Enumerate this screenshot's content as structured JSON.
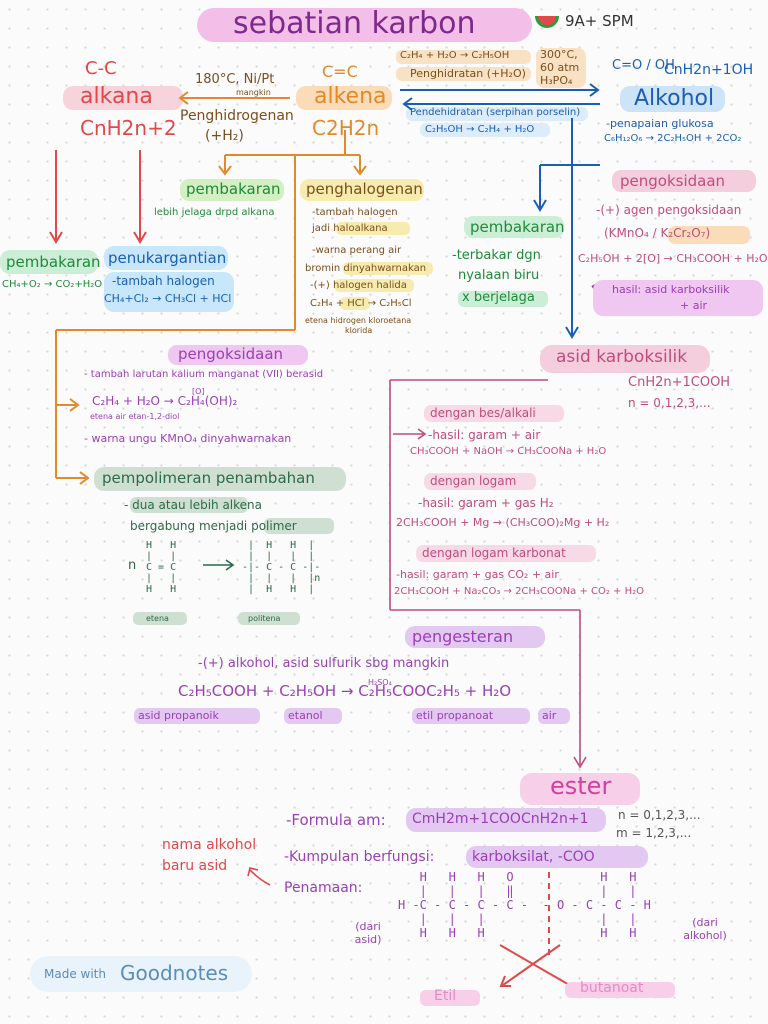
{
  "title": "sebatian karbon",
  "grade": "9A+ SPM",
  "alkana": {
    "bond": "C-C",
    "name": "alkana",
    "formula": "CnH2n+2"
  },
  "alkena": {
    "bond": "C=C",
    "name": "alkena",
    "formula": "C2H2n"
  },
  "hydrogenation": {
    "cond": "180°C, Ni/Pt",
    "cat": "mangkin",
    "label": "Penghidrogenan",
    "plus": "(+H₂)"
  },
  "hydration": {
    "eq": "C₂H₄ + H₂O → C₂H₅OH",
    "label": "Penghidratan (+H₂O)",
    "cond1": "300°C,",
    "cond2": "60 atm",
    "cond3": "H₃PO₄"
  },
  "dehydration": {
    "label": "Pendehidratan (serpihan porselin)",
    "eq": "C₂H₅OH → C₂H₄ + H₂O"
  },
  "alkohol": {
    "group": "C=O / OH",
    "formula": "CnH2n+1OH",
    "name": "Alkohol",
    "ferment": "-penapaian glukosa",
    "ferment_eq": "C₆H₁₂O₆ → 2C₂H₅OH + 2CO₂"
  },
  "alkena_branches": {
    "pembakaran": "pembakaran",
    "pembakaran_note": "lebih jelaga drpd alkana",
    "penghalogenan": "penghalogenan",
    "hal_lines": [
      "-tambah halogen",
      "jadi haloalkana",
      "-warna perang air",
      "bromin dinyahwarnakan",
      "-(+) halogen halida",
      "C₂H₄ + HCl → C₂H₅Cl"
    ],
    "hal_under": "etena   hidrogen   kloroetana",
    "hal_under2": "klorida"
  },
  "alkana_branches": {
    "pembakaran": "pembakaran",
    "pemb_eq": "CH₄+O₂ → CO₂+H₂O",
    "penukargantian": "penukargantian",
    "penuk_note": "-tambah halogen",
    "penuk_eq": "CH₄+Cl₂ → CH₃Cl + HCl"
  },
  "alkohol_branches": {
    "pembakaran": "pembakaran",
    "pemb_lines": [
      "-terbakar dgn",
      "nyalaan biru",
      "x berjelaga"
    ],
    "pengoksidaan": "pengoksidaan",
    "oks_lines": [
      "-(+) agen pengoksidaan",
      "(KMnO₄ / K₂Cr₂O₇)",
      "C₂H₅OH + 2[O] → CH₃COOH + H₂O",
      "hasil: asid karboksilik",
      "+ air"
    ]
  },
  "pengoksidaan_alkena": {
    "title": "pengoksidaan",
    "line1": "- tambah larutan kalium manganat (VII) berasid",
    "eq": "C₂H₄ + H₂O → C₂H₄(OH)₂",
    "eq_cat": "[O]",
    "eq_under": "etena     air             etan-1,2-diol",
    "line2": "- warna ungu KMnO₄ dinyahwarnakan"
  },
  "pempolimeran": {
    "title": "pempolimeran penambahan",
    "line1": "- dua atau lebih alkena",
    "line2": "bergabung menjadi polimer",
    "n": "n",
    "etena": "etena",
    "politena": "politena"
  },
  "asid": {
    "name": "asid karboksilik",
    "formula": "CnH2n+1COOH",
    "n": "n = 0,1,2,3,...",
    "items": [
      {
        "head": "dengan bes/alkali",
        "hasil": "-hasil: garam + air",
        "eq": "CH₃COOH + NaOH → CH₃COONa + H₂O"
      },
      {
        "head": "dengan logam",
        "hasil": "-hasil: garam + gas H₂",
        "eq": "2CH₃COOH + Mg → (CH₃COO)₂Mg + H₂"
      },
      {
        "head": "dengan logam karbonat",
        "hasil": "-hasil: garam + gas CO₂ + air",
        "eq": "2CH₃COOH + Na₂CO₃ → 2CH₃COONa + CO₂ + H₂O"
      }
    ]
  },
  "pengesteran": {
    "title": "pengesteran",
    "line": "-(+) alkohol, asid sulfurik sbg mangkin",
    "eq": "C₂H₅COOH + C₂H₅OH → C₂H₅COOC₂H₅ + H₂O",
    "cat": "H₂SO₄",
    "labels": [
      "asid propanoik",
      "etanol",
      "etil propanoat",
      "air"
    ]
  },
  "ester": {
    "name": "ester",
    "formula_label": "-Formula am:",
    "formula": "CmH2m+1COOCnH2n+1",
    "nrange": "n = 0,1,2,3,...",
    "mrange": "m = 1,2,3,...",
    "fungsi_label": "-Kumpulan berfungsi:",
    "fungsi": "karboksilat, -COO",
    "namaan": "Penamaan:",
    "note1": "nama alkohol",
    "note2": "baru asid",
    "dari_asid": "(dari asid)",
    "dari_alkohol": "(dari alkohol)",
    "etil": "Etil",
    "butanoat": "butanoat"
  },
  "footer": {
    "made": "Made with",
    "brand": "Goodnotes"
  }
}
